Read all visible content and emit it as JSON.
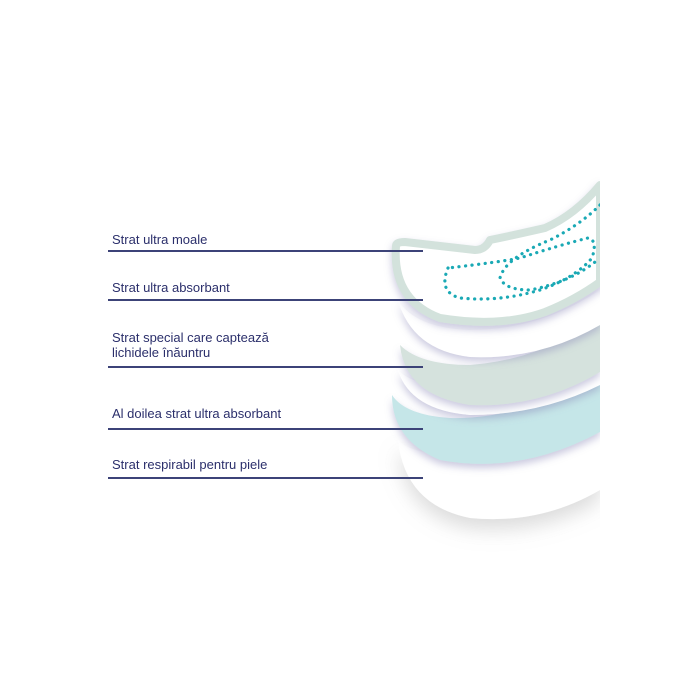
{
  "labels": [
    {
      "line1": "Strat ultra moale"
    },
    {
      "line1": "Strat ultra absorbant"
    },
    {
      "line1": "Strat special care captează",
      "line2": "lichidele înăuntru"
    },
    {
      "line1": "Al doilea strat ultra absorbant"
    },
    {
      "line1": "Strat respirabil pentru piele"
    }
  ],
  "colors": {
    "text": "#2b2f6b",
    "top_outline": "#d3e2dc",
    "dots": "#1aa9b5",
    "green_layer": "#d5e2dd",
    "blue_layer": "#c5e6e8"
  }
}
